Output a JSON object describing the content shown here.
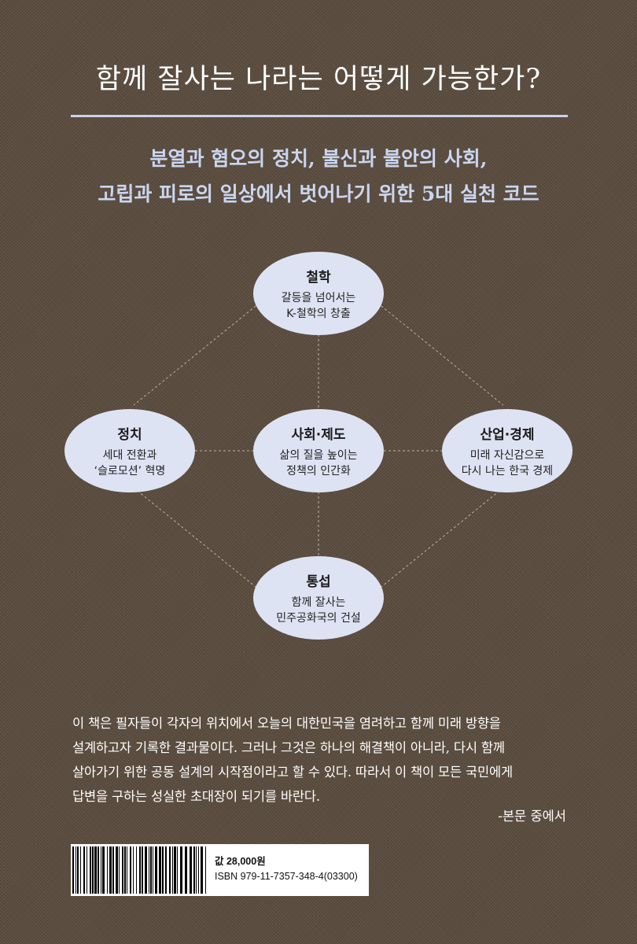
{
  "cover": {
    "title": "함께 잘사는 나라는 어떻게 가능한가?",
    "subtitle_line1": "분열과 혐오의 정치, 불신과 불안의 사회,",
    "subtitle_line2": "고립과 피로의 일상에서 벗어나기 위한 5대 실천 코드"
  },
  "diagram": {
    "nodes": [
      {
        "id": "philosophy",
        "title": "철학",
        "line1": "갈등을 넘어서는",
        "line2": "K-철학의 창출"
      },
      {
        "id": "politics",
        "title": "정치",
        "line1": "세대 전환과",
        "line2": "‘슬로모션’ 혁명"
      },
      {
        "id": "society",
        "title": "사회·제도",
        "line1": "삶의 질을 높이는",
        "line2": "정책의 인간화"
      },
      {
        "id": "economy",
        "title": "산업·경제",
        "line1": "미래 자신감으로",
        "line2": "다시 나는 한국 경제"
      },
      {
        "id": "integration",
        "title": "통섭",
        "line1": "함께 잘사는",
        "line2": "민주공화국의 건설"
      }
    ],
    "colors": {
      "node_fill": "#dde3f3",
      "connector": "#b9b2a8",
      "subtitle": "#cad6f0",
      "rule": "#c9d3ea"
    }
  },
  "excerpt": {
    "lines": [
      "이 책은 필자들이 각자의 위치에서 오늘의 대한민국을 염려하고 함께 미래 방향을",
      "설계하고자 기록한 결과물이다. 그러나 그것은 하나의 해결책이 아니라, 다시 함께",
      "살아가기 위한 공동 설계의 시작점이라고 할 수 있다. 따라서 이 책이 모든 국민에게",
      "답변을 구하는 성실한 초대장이 되기를 바란다."
    ],
    "source": "-본문 중에서"
  },
  "barcode": {
    "price": "값 28,000원",
    "isbn": "ISBN 979-11-7357-348-4(03300)"
  }
}
